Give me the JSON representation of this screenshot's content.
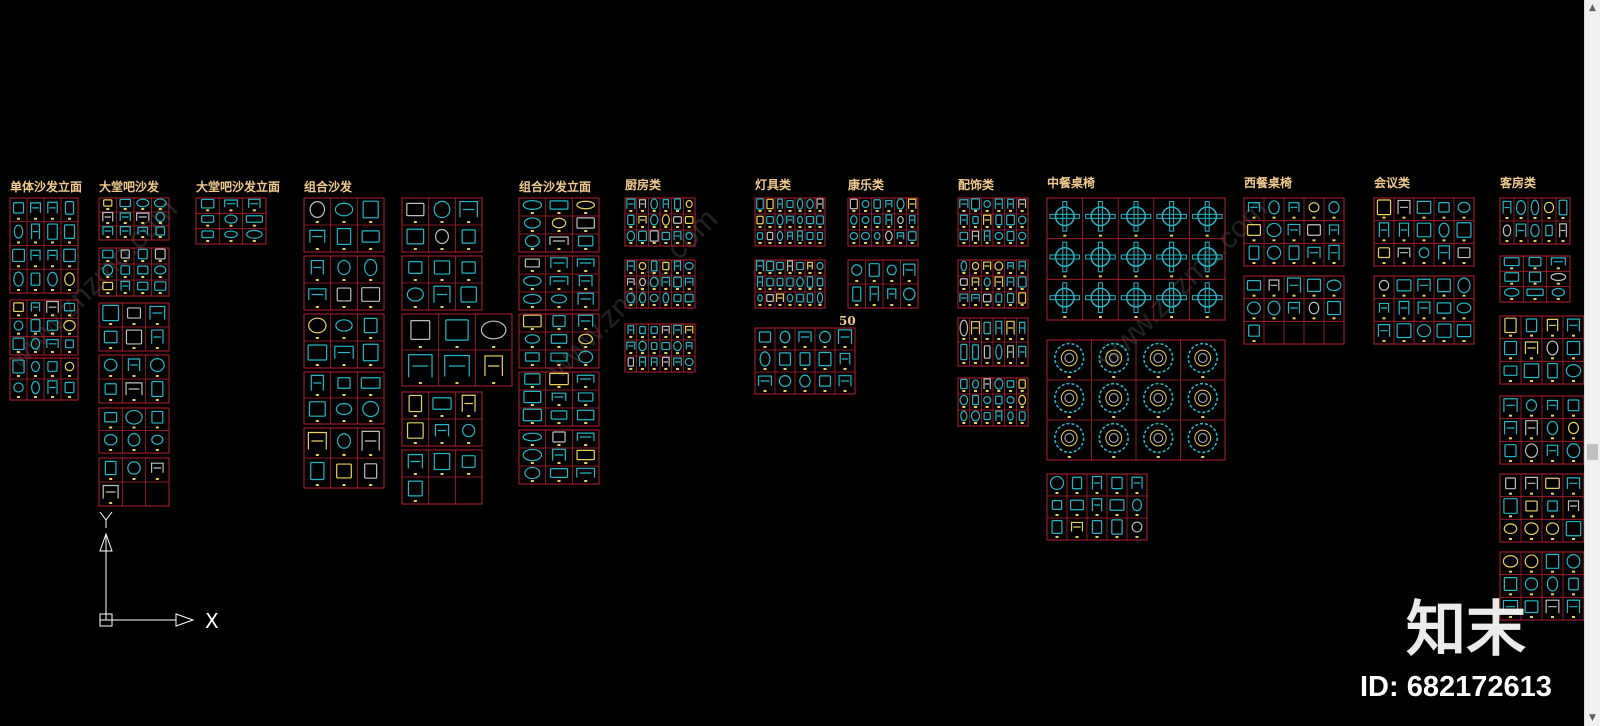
{
  "viewport": {
    "background": "#000000",
    "frame_color": "#b3202d",
    "symbol_colors": [
      "#20b8c4",
      "#e8d15a",
      "#bfbfbf"
    ],
    "label_color": "#f2c98c"
  },
  "categories": [
    {
      "id": "c1",
      "label": "单体沙发立面"
    },
    {
      "id": "c2",
      "label": "大堂吧沙发"
    },
    {
      "id": "c3",
      "label": "大堂吧沙发立面"
    },
    {
      "id": "c4",
      "label": "组合沙发"
    },
    {
      "id": "c5",
      "label": "组合沙发立面"
    },
    {
      "id": "c6",
      "label": "厨房类"
    },
    {
      "id": "c7",
      "label": "灯具类"
    },
    {
      "id": "c8",
      "label": "康乐类"
    },
    {
      "id": "c9",
      "label": "配饰类"
    },
    {
      "id": "c10",
      "label": "中餐桌椅"
    },
    {
      "id": "c11",
      "label": "西餐桌椅"
    },
    {
      "id": "c12",
      "label": "会议类"
    },
    {
      "id": "c13",
      "label": "客房类"
    }
  ],
  "block_number": "50",
  "ucs_icon": {
    "x_label": "X",
    "y_label": "Y"
  },
  "watermark": {
    "brand": "知末",
    "id_text": "ID: 682172613",
    "diagonal": "www.znzmo.com"
  },
  "scrollbar": {
    "up_icon": "triangle-up-icon",
    "down_icon": "triangle-down-icon"
  }
}
